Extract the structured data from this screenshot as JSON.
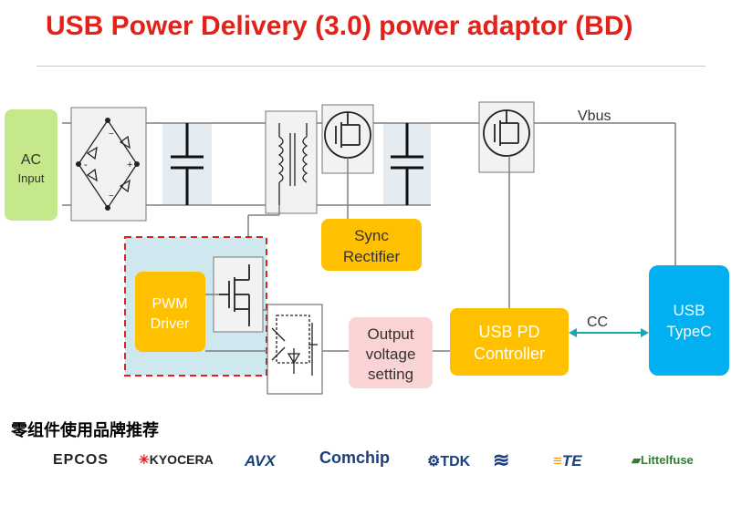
{
  "title": "USB Power Delivery (3.0) power adaptor (BD)",
  "blocks": {
    "ac_input": {
      "line1": "AC",
      "line2": "Input"
    },
    "sync_rectifier": {
      "line1": "Sync",
      "line2": "Rectifier"
    },
    "pwm_driver": {
      "line1": "PWM",
      "line2": "Driver"
    },
    "output_voltage": {
      "line1": "Output",
      "line2": "voltage",
      "line3": "setting"
    },
    "usb_pd_controller": {
      "line1": "USB PD",
      "line2": "Controller"
    },
    "usb_typec": {
      "line1": "USB",
      "line2": "TypeC"
    }
  },
  "labels": {
    "vbus": "Vbus",
    "cc": "CC",
    "plus": "+",
    "minus": "-",
    "tilde1": "~",
    "tilde2": "~"
  },
  "colors": {
    "title": "#e32119",
    "orange": "#ffc000",
    "green": "#c5e88a",
    "blue": "#00b0f0",
    "pink": "#fad4d4",
    "teal": "#1aa6b0"
  },
  "brands_title": "零组件使用品牌推荐",
  "brands": [
    "EPCOS",
    "KYOCERA",
    "AVX",
    "Comchip",
    "TDK",
    "",
    "TE",
    "Littelfuse"
  ]
}
